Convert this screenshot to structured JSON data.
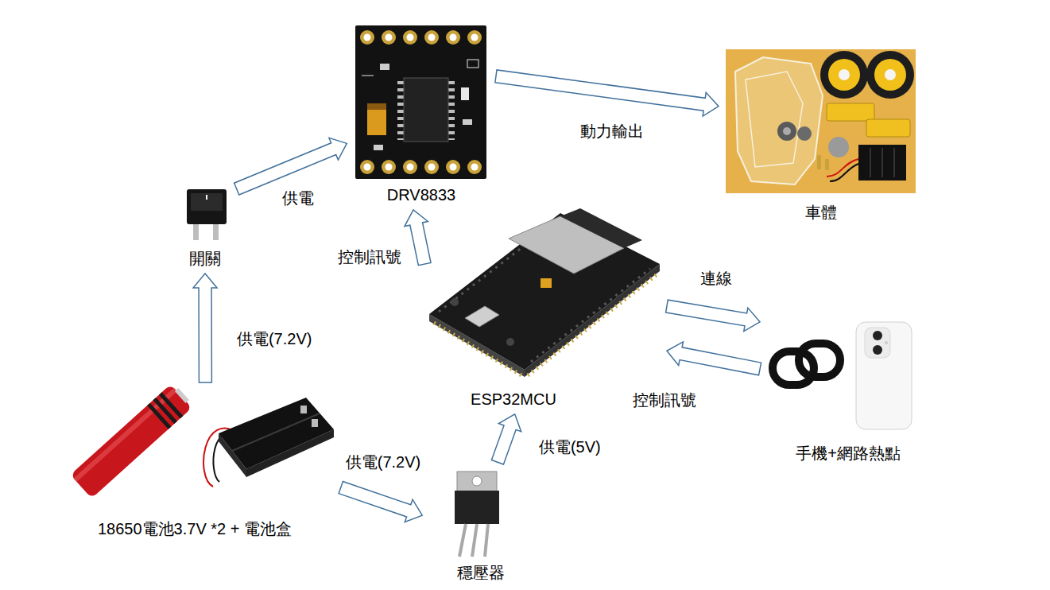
{
  "diagram": {
    "nodes": [
      {
        "text": [
          "DRV8833"
        ]
      },
      {
        "text": [
          "車體"
        ]
      },
      {
        "text": [
          "開關"
        ]
      },
      {
        "text": [
          "ESP32MCU"
        ]
      },
      {
        "text": [
          "手機+網路熱點"
        ]
      },
      {
        "text": [
          "18650電池3.7V *2 + 電池盒"
        ]
      },
      {
        "text": [
          "穩壓器"
        ]
      }
    ],
    "edges": [
      {
        "from": 5,
        "to": 2,
        "arrow": "to",
        "label": "供電(7.2V)"
      },
      {
        "from": 2,
        "to": 0,
        "arrow": "to",
        "label": "供電"
      },
      {
        "from": 0,
        "to": 1,
        "arrow": "to",
        "label": "動力輸出"
      },
      {
        "from": 3,
        "to": 0,
        "arrow": "to",
        "label": "控制訊號"
      },
      {
        "from": 3,
        "to": 4,
        "arrow": "to",
        "label": "連線"
      },
      {
        "from": 4,
        "to": 3,
        "arrow": "to",
        "label": "控制訊號"
      },
      {
        "from": 5,
        "to": 6,
        "arrow": "to",
        "label": "供電(7.2V)"
      },
      {
        "from": 6,
        "to": 3,
        "arrow": "to",
        "label": "供電(5V)"
      }
    ]
  }
}
